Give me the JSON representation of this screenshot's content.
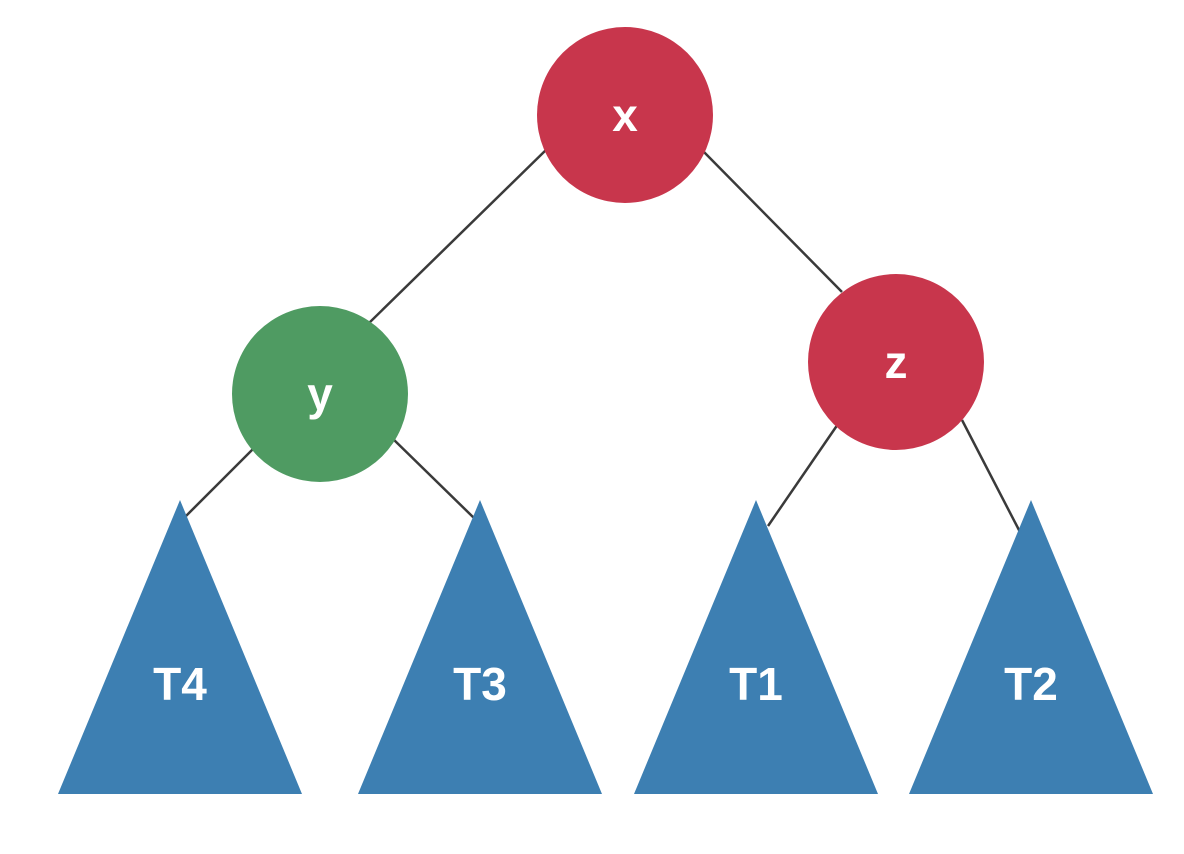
{
  "colors": {
    "red_node": "#c8364c",
    "green_node": "#4f9b62",
    "subtree": "#3d7fb2",
    "edge": "#3a3a3a"
  },
  "nodes": {
    "x": {
      "label": "x",
      "color": "red"
    },
    "y": {
      "label": "y",
      "color": "green"
    },
    "z": {
      "label": "z",
      "color": "red"
    }
  },
  "subtrees": {
    "t4": {
      "label": "T4"
    },
    "t3": {
      "label": "T3"
    },
    "t1": {
      "label": "T1"
    },
    "t2": {
      "label": "T2"
    }
  },
  "edges": [
    {
      "from": "x",
      "to": "y"
    },
    {
      "from": "x",
      "to": "z"
    },
    {
      "from": "y",
      "to": "T4"
    },
    {
      "from": "y",
      "to": "T3"
    },
    {
      "from": "z",
      "to": "T1"
    },
    {
      "from": "z",
      "to": "T2"
    }
  ]
}
